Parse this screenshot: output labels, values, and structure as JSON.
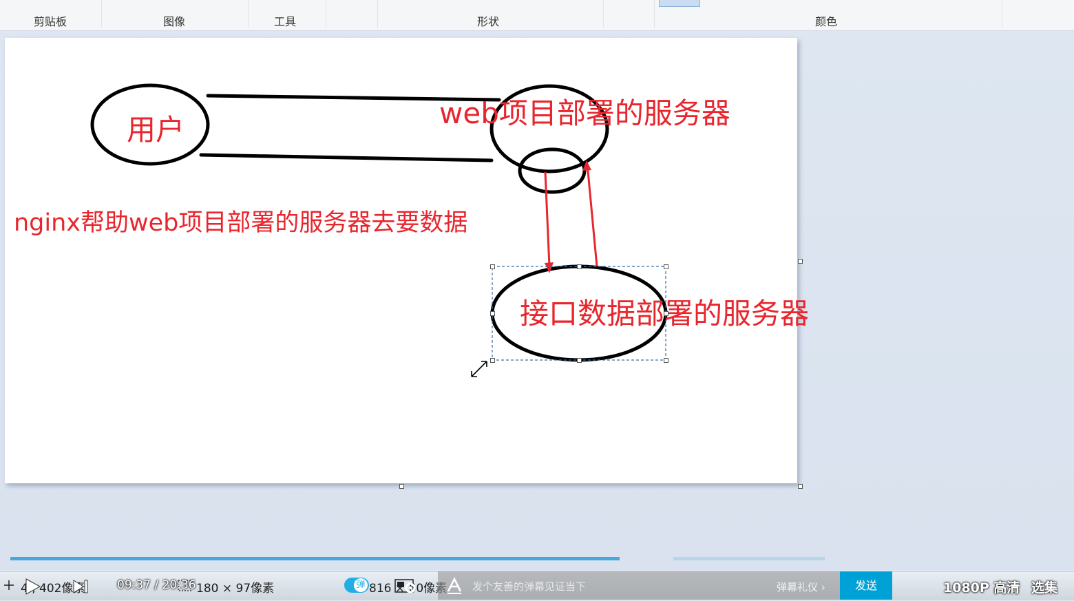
{
  "ribbon": {
    "groups": [
      {
        "label": "剪贴板"
      },
      {
        "label": "图像"
      },
      {
        "label": "工具"
      },
      {
        "label": "形状"
      },
      {
        "label": "颜色"
      }
    ]
  },
  "canvas": {
    "labels": {
      "user": "用户",
      "web_server": "web项目部署的服务器",
      "nginx_note": "nginx帮助web项目部署的服务器去要数据",
      "api_server": "接口数据部署的服务器"
    },
    "ink_color": "#000000",
    "text_color": "#e8262d"
  },
  "statusbar": {
    "cursor_icon": "crosshair-icon",
    "cursor_pos": "4  , 402像素",
    "selection_icon": "selection-icon",
    "selection_size": "180 × 97像素",
    "canvas_icon": "canvas-size-icon",
    "canvas_size": "816 ×  60像素"
  },
  "player": {
    "current_time": "09:37",
    "total_time": "20:36",
    "time_separator": "/",
    "progress": 0.748,
    "buffered": 0.814,
    "danmaku_toggle_label": "弹",
    "danmaku_placeholder": "发个友善的弹幕见证当下",
    "danmaku_etiquette": "弹幕礼仪 ›",
    "send_label": "发送",
    "quality_label": "1080P 高清",
    "episodes_label": "选集",
    "accent_color": "#00a1d6"
  }
}
